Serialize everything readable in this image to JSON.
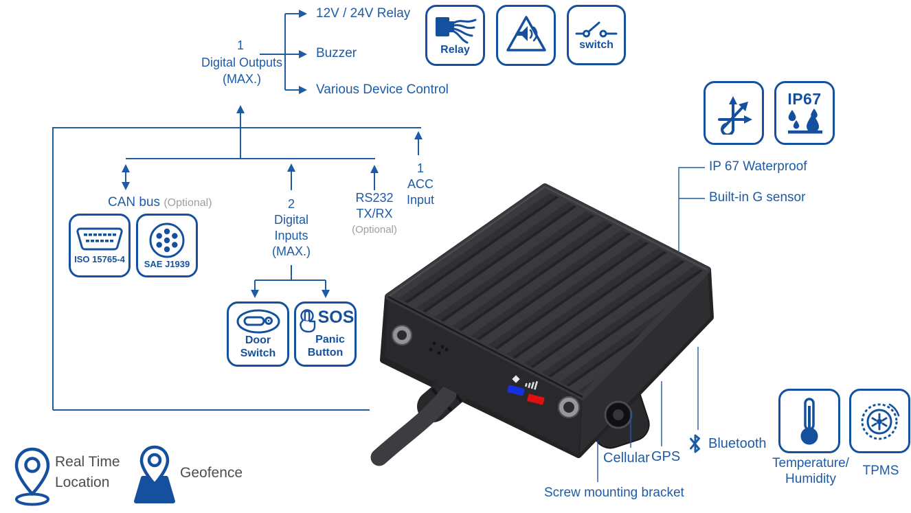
{
  "colors": {
    "accent_blue": "#1d5ba5",
    "icon_blue": "#15509e",
    "optional_gray": "#9b9ea3",
    "dark_gray_label": "#4c4d52",
    "led_blue": "#1430e0",
    "led_red": "#e01010",
    "device_body": "#2a2a2d"
  },
  "outputs": {
    "count": "1",
    "name": "Digital Outputs",
    "max": "(MAX.)",
    "targets": [
      "12V / 24V Relay",
      "Buzzer",
      "Various Device Control"
    ]
  },
  "output_icons": {
    "relay": "Relay",
    "switch": "switch"
  },
  "can": {
    "title": "CAN bus",
    "optional": "(Optional)",
    "iso": "ISO 15765-4",
    "sae": "SAE J1939"
  },
  "inputs": {
    "count": "2",
    "line1": "Digital",
    "line2": "Inputs",
    "line3": "(MAX.)"
  },
  "door": {
    "line1": "Door",
    "line2": "Switch"
  },
  "sos": {
    "big": "SOS",
    "line1": "Panic",
    "line2": "Button"
  },
  "rs232": {
    "line1": "RS232",
    "line2": "TX/RX",
    "optional": "(Optional)"
  },
  "acc": {
    "count": "1",
    "line1": "ACC",
    "line2": "Input"
  },
  "features": {
    "ip67_badge": "IP67",
    "waterproof": "IP 67 Waterproof",
    "gsensor": "Built-in G sensor",
    "cellular": "Cellular",
    "gps": "GPS",
    "bluetooth": "Bluetooth",
    "bracket": "Screw mounting bracket"
  },
  "sensors": {
    "temp_line1": "Temperature/",
    "temp_line2": "Humidity",
    "tpms": "TPMS"
  },
  "location": {
    "realtime_line1": "Real Time",
    "realtime_line2": "Location",
    "geofence": "Geofence"
  }
}
